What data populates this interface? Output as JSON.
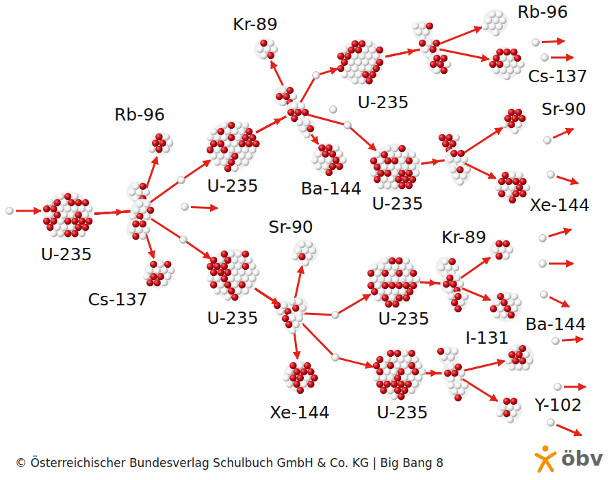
{
  "diagram": {
    "nodes": [
      {
        "text": [
          "U-235"
        ]
      },
      {
        "text": [
          "Rb-96"
        ]
      },
      {
        "text": [
          "Cs-137"
        ]
      },
      {
        "text": [
          "U-235"
        ]
      },
      {
        "text": [
          "Kr-89"
        ]
      },
      {
        "text": [
          "Ba-144"
        ]
      },
      {
        "text": [
          "U-235"
        ]
      },
      {
        "text": [
          "Rb-96"
        ]
      },
      {
        "text": [
          "Cs-137"
        ]
      },
      {
        "text": [
          "U-235"
        ]
      },
      {
        "text": [
          "Sr-90"
        ]
      },
      {
        "text": [
          "Xe-144"
        ]
      },
      {
        "text": [
          "U-235"
        ]
      },
      {
        "text": [
          "Sr-90"
        ]
      },
      {
        "text": [
          "Xe-144"
        ]
      },
      {
        "text": [
          "U-235"
        ]
      },
      {
        "text": [
          "Kr-89"
        ]
      },
      {
        "text": [
          "Ba-144"
        ]
      },
      {
        "text": [
          "U-235"
        ]
      },
      {
        "text": [
          "I-131"
        ]
      },
      {
        "text": [
          "Y-102"
        ]
      }
    ],
    "edges": [
      {
        "from": 0,
        "to": 1,
        "arrow": "to"
      },
      {
        "from": 0,
        "to": 2,
        "arrow": "to"
      },
      {
        "from": 0,
        "to": 3,
        "arrow": "to"
      },
      {
        "from": 0,
        "to": 12,
        "arrow": "to"
      },
      {
        "from": 3,
        "to": 4,
        "arrow": "to"
      },
      {
        "from": 3,
        "to": 5,
        "arrow": "to"
      },
      {
        "from": 3,
        "to": 6,
        "arrow": "to"
      },
      {
        "from": 3,
        "to": 9,
        "arrow": "to"
      },
      {
        "from": 6,
        "to": 7,
        "arrow": "to"
      },
      {
        "from": 6,
        "to": 8,
        "arrow": "to"
      },
      {
        "from": 9,
        "to": 10,
        "arrow": "to"
      },
      {
        "from": 9,
        "to": 11,
        "arrow": "to"
      },
      {
        "from": 12,
        "to": 13,
        "arrow": "to"
      },
      {
        "from": 12,
        "to": 14,
        "arrow": "to"
      },
      {
        "from": 12,
        "to": 15,
        "arrow": "to"
      },
      {
        "from": 12,
        "to": 18,
        "arrow": "to"
      },
      {
        "from": 15,
        "to": 16,
        "arrow": "to"
      },
      {
        "from": 15,
        "to": 17,
        "arrow": "to"
      },
      {
        "from": 18,
        "to": 19,
        "arrow": "to"
      },
      {
        "from": 18,
        "to": 20,
        "arrow": "to"
      }
    ],
    "labels": [
      "© Österreichischer Bundesverlag Schulbuch GmbH & Co. KG | Big Bang 8",
      "öbv"
    ]
  }
}
